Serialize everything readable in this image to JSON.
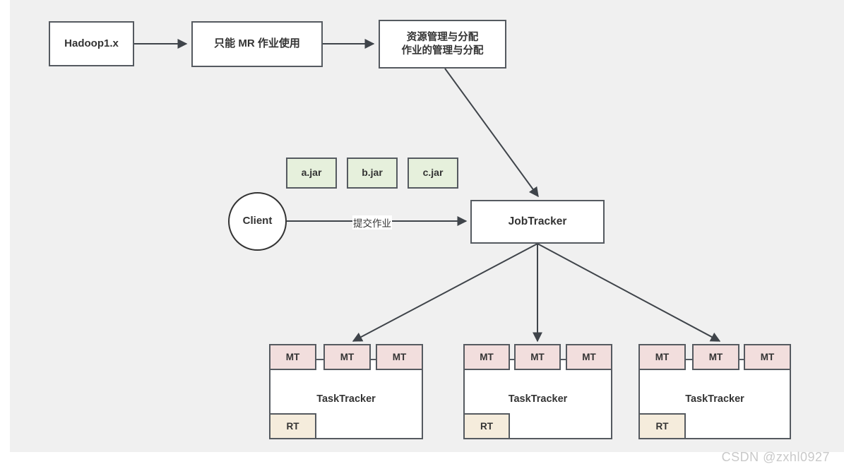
{
  "canvas": {
    "background": "#f0f0f0",
    "page_background": "#ffffff",
    "stroke": "#555a60",
    "text": "#333333"
  },
  "flow": {
    "step1": "Hadoop1.x",
    "step2": "只能 MR 作业使用",
    "step3_line1": "资源管理与分配",
    "step3_line2": "作业的管理与分配"
  },
  "jars": [
    {
      "label": "a.jar"
    },
    {
      "label": "b.jar"
    },
    {
      "label": "c.jar"
    }
  ],
  "client": {
    "label": "Client"
  },
  "jobtracker": {
    "label": "JobTracker"
  },
  "edges": {
    "submit_job": "提交作业"
  },
  "tasktrackers": [
    {
      "label": "TaskTracker",
      "map_tasks": [
        "MT",
        "MT",
        "MT"
      ],
      "reduce_tasks": [
        "RT"
      ]
    },
    {
      "label": "TaskTracker",
      "map_tasks": [
        "MT",
        "MT",
        "MT"
      ],
      "reduce_tasks": [
        "RT"
      ]
    },
    {
      "label": "TaskTracker",
      "map_tasks": [
        "MT",
        "MT",
        "MT"
      ],
      "reduce_tasks": [
        "RT"
      ]
    }
  ],
  "colors": {
    "jar_fill": "#e6f0dc",
    "mt_fill": "#f2dedd",
    "rt_fill": "#f5ecdc",
    "node_fill": "#ffffff"
  },
  "watermark": {
    "text": "CSDN @zxhl0927"
  }
}
